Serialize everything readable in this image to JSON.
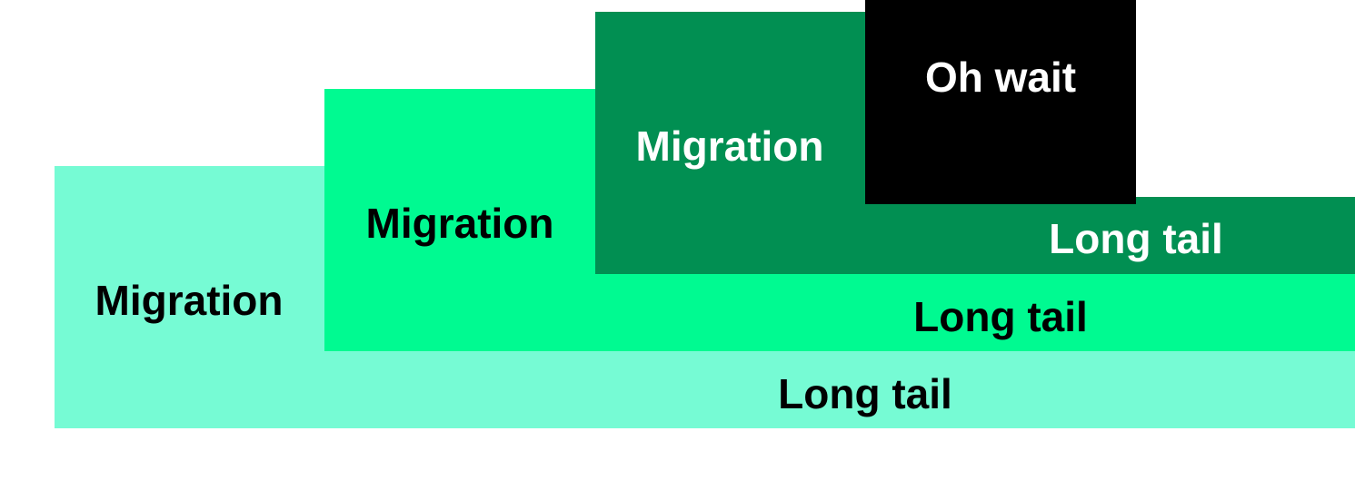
{
  "colors": {
    "tier1": "#76fbd4",
    "tier2": "#00fa91",
    "tier3": "#018f52",
    "oh_wait": "#000000"
  },
  "tiers": [
    {
      "migration_label": "Migration",
      "long_tail_label": "Long tail"
    },
    {
      "migration_label": "Migration",
      "long_tail_label": "Long tail"
    },
    {
      "migration_label": "Migration",
      "long_tail_label": "Long tail"
    }
  ],
  "oh_wait_label": "Oh wait"
}
